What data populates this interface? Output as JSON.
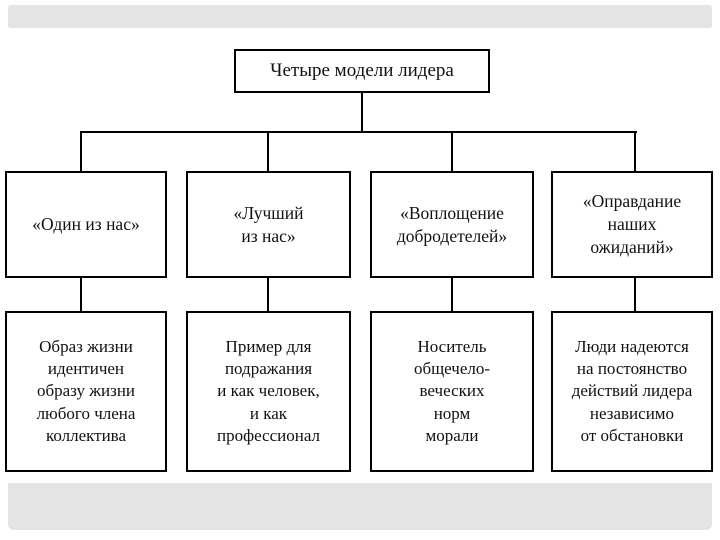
{
  "slide": {
    "band_color": "#e4e4e4",
    "background_color": "#ffffff",
    "line_color": "#000000"
  },
  "diagram": {
    "type": "hierarchy-tree",
    "title": "Четыре модели лидера",
    "columns": [
      {
        "model": "«Один из нас»",
        "description": "Образ жизни\nидентичен\nобразу жизни\nлюбого члена\nколлектива"
      },
      {
        "model": "«Лучший\nиз нас»",
        "description": "Пример для\nподражания\nи как человек,\nи как\nпрофессионал"
      },
      {
        "model": "«Воплощение\nдобродетелей»",
        "description": "Носитель\nобщечело-\nвеческих\nнорм\nморали"
      },
      {
        "model": "«Оправдание\nнаших\nожиданий»",
        "description": "Люди надеются\nна постоянство\nдействий лидера\nнезависимо\nот обстановки"
      }
    ]
  }
}
